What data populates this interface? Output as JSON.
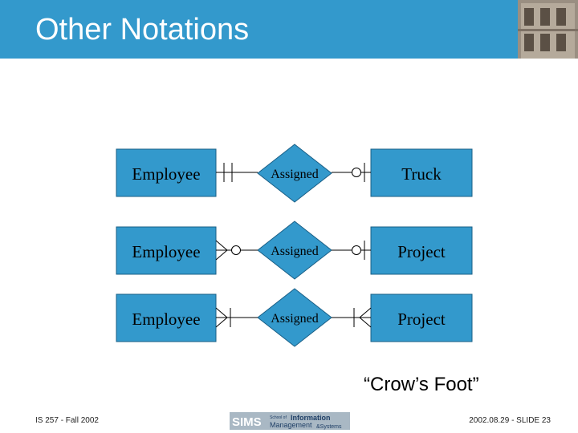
{
  "slide": {
    "title": "Other Notations",
    "caption": "“Crow’s Foot”",
    "footer_left": "IS 257 - Fall 2002",
    "footer_right": "2002.08.29 - SLIDE 23"
  },
  "logo": {
    "sims": "SIMS",
    "school_of": "School of",
    "information": "Information",
    "management": "Management",
    "and_systems": "&Systems"
  },
  "rows": [
    {
      "left": "Employee",
      "relationship": "Assigned",
      "right": "Truck"
    },
    {
      "left": "Employee",
      "relationship": "Assigned",
      "right": "Project"
    },
    {
      "left": "Employee",
      "relationship": "Assigned",
      "right": "Project"
    }
  ],
  "colors": {
    "header": "#3399cc",
    "entity_fill": "#3399cc",
    "entity_stroke": "#1a5f86"
  }
}
